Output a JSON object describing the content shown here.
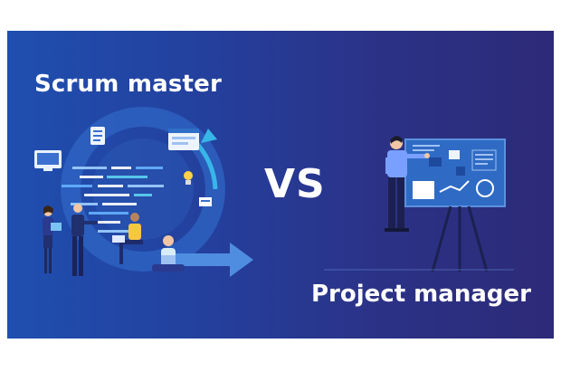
{
  "banner": {
    "left_title": "Scrum master",
    "vs_text": "VS",
    "right_title": "Project manager"
  },
  "colors": {
    "gradient_start": "#1f4fb0",
    "gradient_end": "#2d2a78",
    "accent_cyan": "#3aa0e0",
    "panel_blue": "#2f6fc8",
    "text_white": "#ffffff"
  },
  "icons": [
    "scrum-cycle-illustration",
    "team-people-illustration",
    "manager-whiteboard-illustration",
    "arrow-right-icon",
    "lightbulb-icon",
    "monitor-icon"
  ]
}
